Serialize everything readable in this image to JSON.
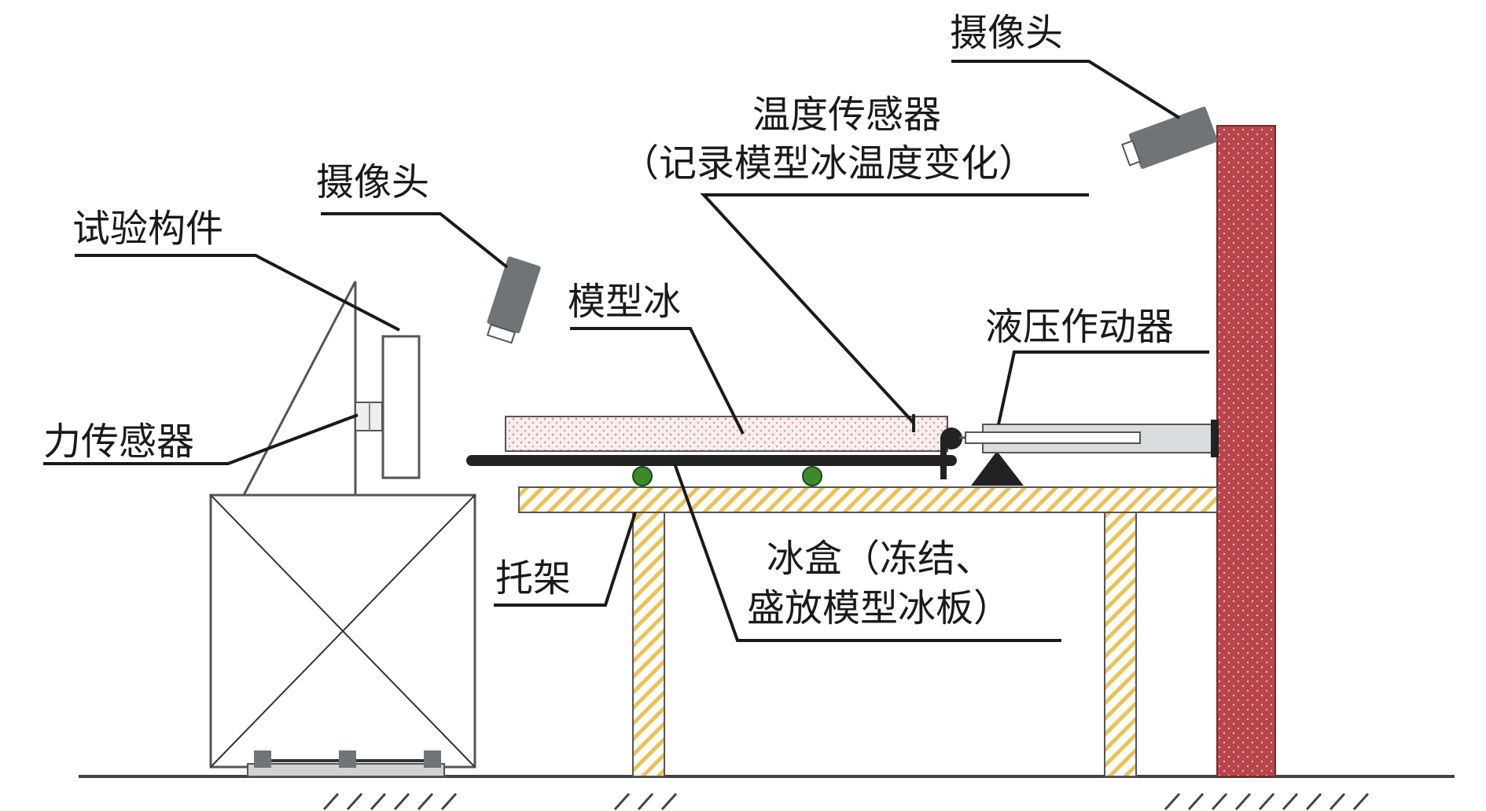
{
  "labels": {
    "camera_top": "摄像头",
    "temp_sensor_line1": "温度传感器",
    "temp_sensor_line2": "（记录模型冰温度变化）",
    "camera_left": "摄像头",
    "test_member": "试验构件",
    "model_ice": "模型冰",
    "hydraulic_actuator": "液压作动器",
    "force_sensor": "力传感器",
    "bracket": "托架",
    "ice_box_line1": "冰盒（冻结、",
    "ice_box_line2": "盛放模型冰板）"
  },
  "colors": {
    "wall": "#b8444c",
    "hatch": "#e8c25a",
    "ice": "#f2d6d6",
    "camera": "#6e7478",
    "roller": "#3c8a2c",
    "actuator": "#d9dcde"
  }
}
